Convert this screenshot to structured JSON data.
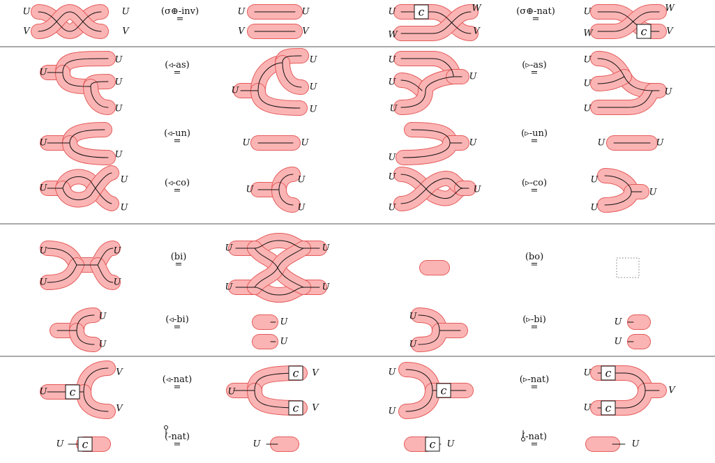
{
  "rules": {
    "inv": "(σ⊕-inv)",
    "nat_sigma": "(σ⊕-nat)",
    "left_as": "(◃-as)",
    "right_as": "(▹-as)",
    "left_un": "(◃-un)",
    "right_un": "(▹-un)",
    "left_co": "(◃-co)",
    "right_co": "(▹-co)",
    "bi": "(bi)",
    "bo": "(bo)",
    "left_bi": "(◃-bi)",
    "right_bi": "(▹-bi)",
    "left_nat": "(◃-nat)",
    "right_nat": "(▹-nat)",
    "unit_nat": "(-nat)",
    "counit_nat": "(-nat)"
  },
  "eq": "=",
  "labels": {
    "U": "U",
    "V": "V",
    "W": "W",
    "c": "c"
  },
  "colors": {
    "band_stroke": "#e45a5a",
    "band_fill": "#fbb4b4",
    "wire": "#111111",
    "divider": "#555555"
  }
}
